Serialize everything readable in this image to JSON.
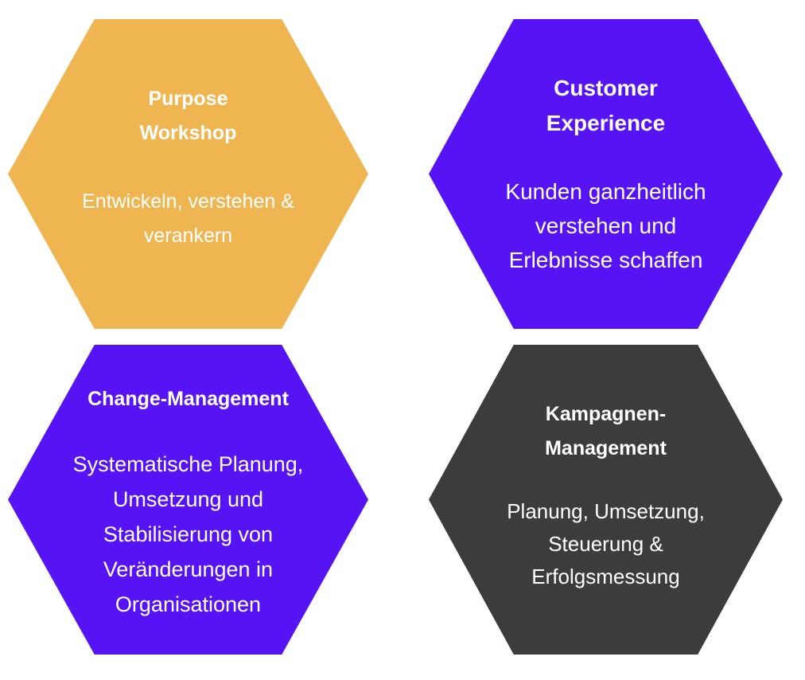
{
  "colors": {
    "background": "#ffffff",
    "hex_yellow": "#efb551",
    "hex_purple": "#5614f5",
    "hex_dark": "#3c3c3b",
    "text": "#ffffff"
  },
  "hexagons": [
    {
      "title": "Purpose\nWorkshop",
      "text": "Entwickeln, verstehen &\nverankern",
      "color": "#efb551"
    },
    {
      "title": "Customer\nExperience",
      "text": "Kunden ganzheitlich\nverstehen und\nErlebnisse schaffen",
      "color": "#5614f5"
    },
    {
      "title": "Change-Management",
      "text": "Systematische Planung,\nUmsetzung und\nStabilisierung von\nVeränderungen in\nOrganisationen",
      "color": "#5614f5"
    },
    {
      "title": "Kampagnen-\nManagement",
      "text": "Planung, Umsetzung,\nSteuerung &\nErfolgsmessung",
      "color": "#3c3c3b"
    }
  ]
}
